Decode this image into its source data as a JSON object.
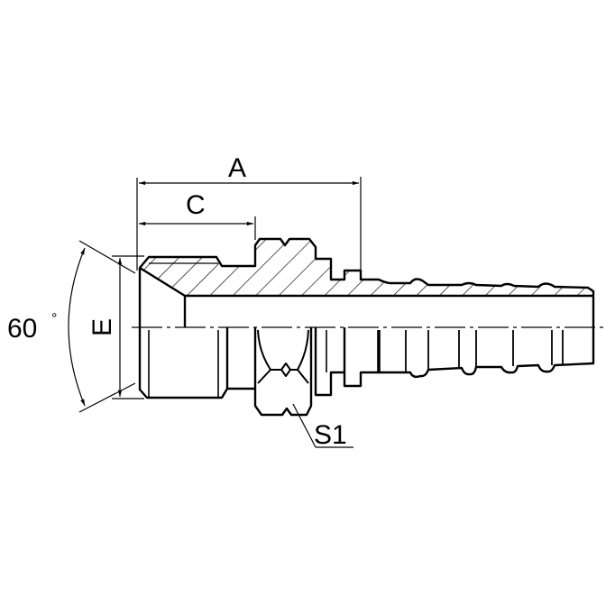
{
  "figure": {
    "type": "technical-drawing",
    "subject": "hydraulic hose fitting (male thread with 60° cone seat, hex, barbed hose tail) — half-section view",
    "colors": {
      "line": "#000000",
      "background": "#ffffff"
    }
  },
  "dimensions": {
    "overall_length_label": "A",
    "thread_length_label": "C",
    "thread_diameter_label": "E",
    "hex_size_label": "S1",
    "cone_angle_value": "60",
    "cone_angle_unit": "°"
  }
}
